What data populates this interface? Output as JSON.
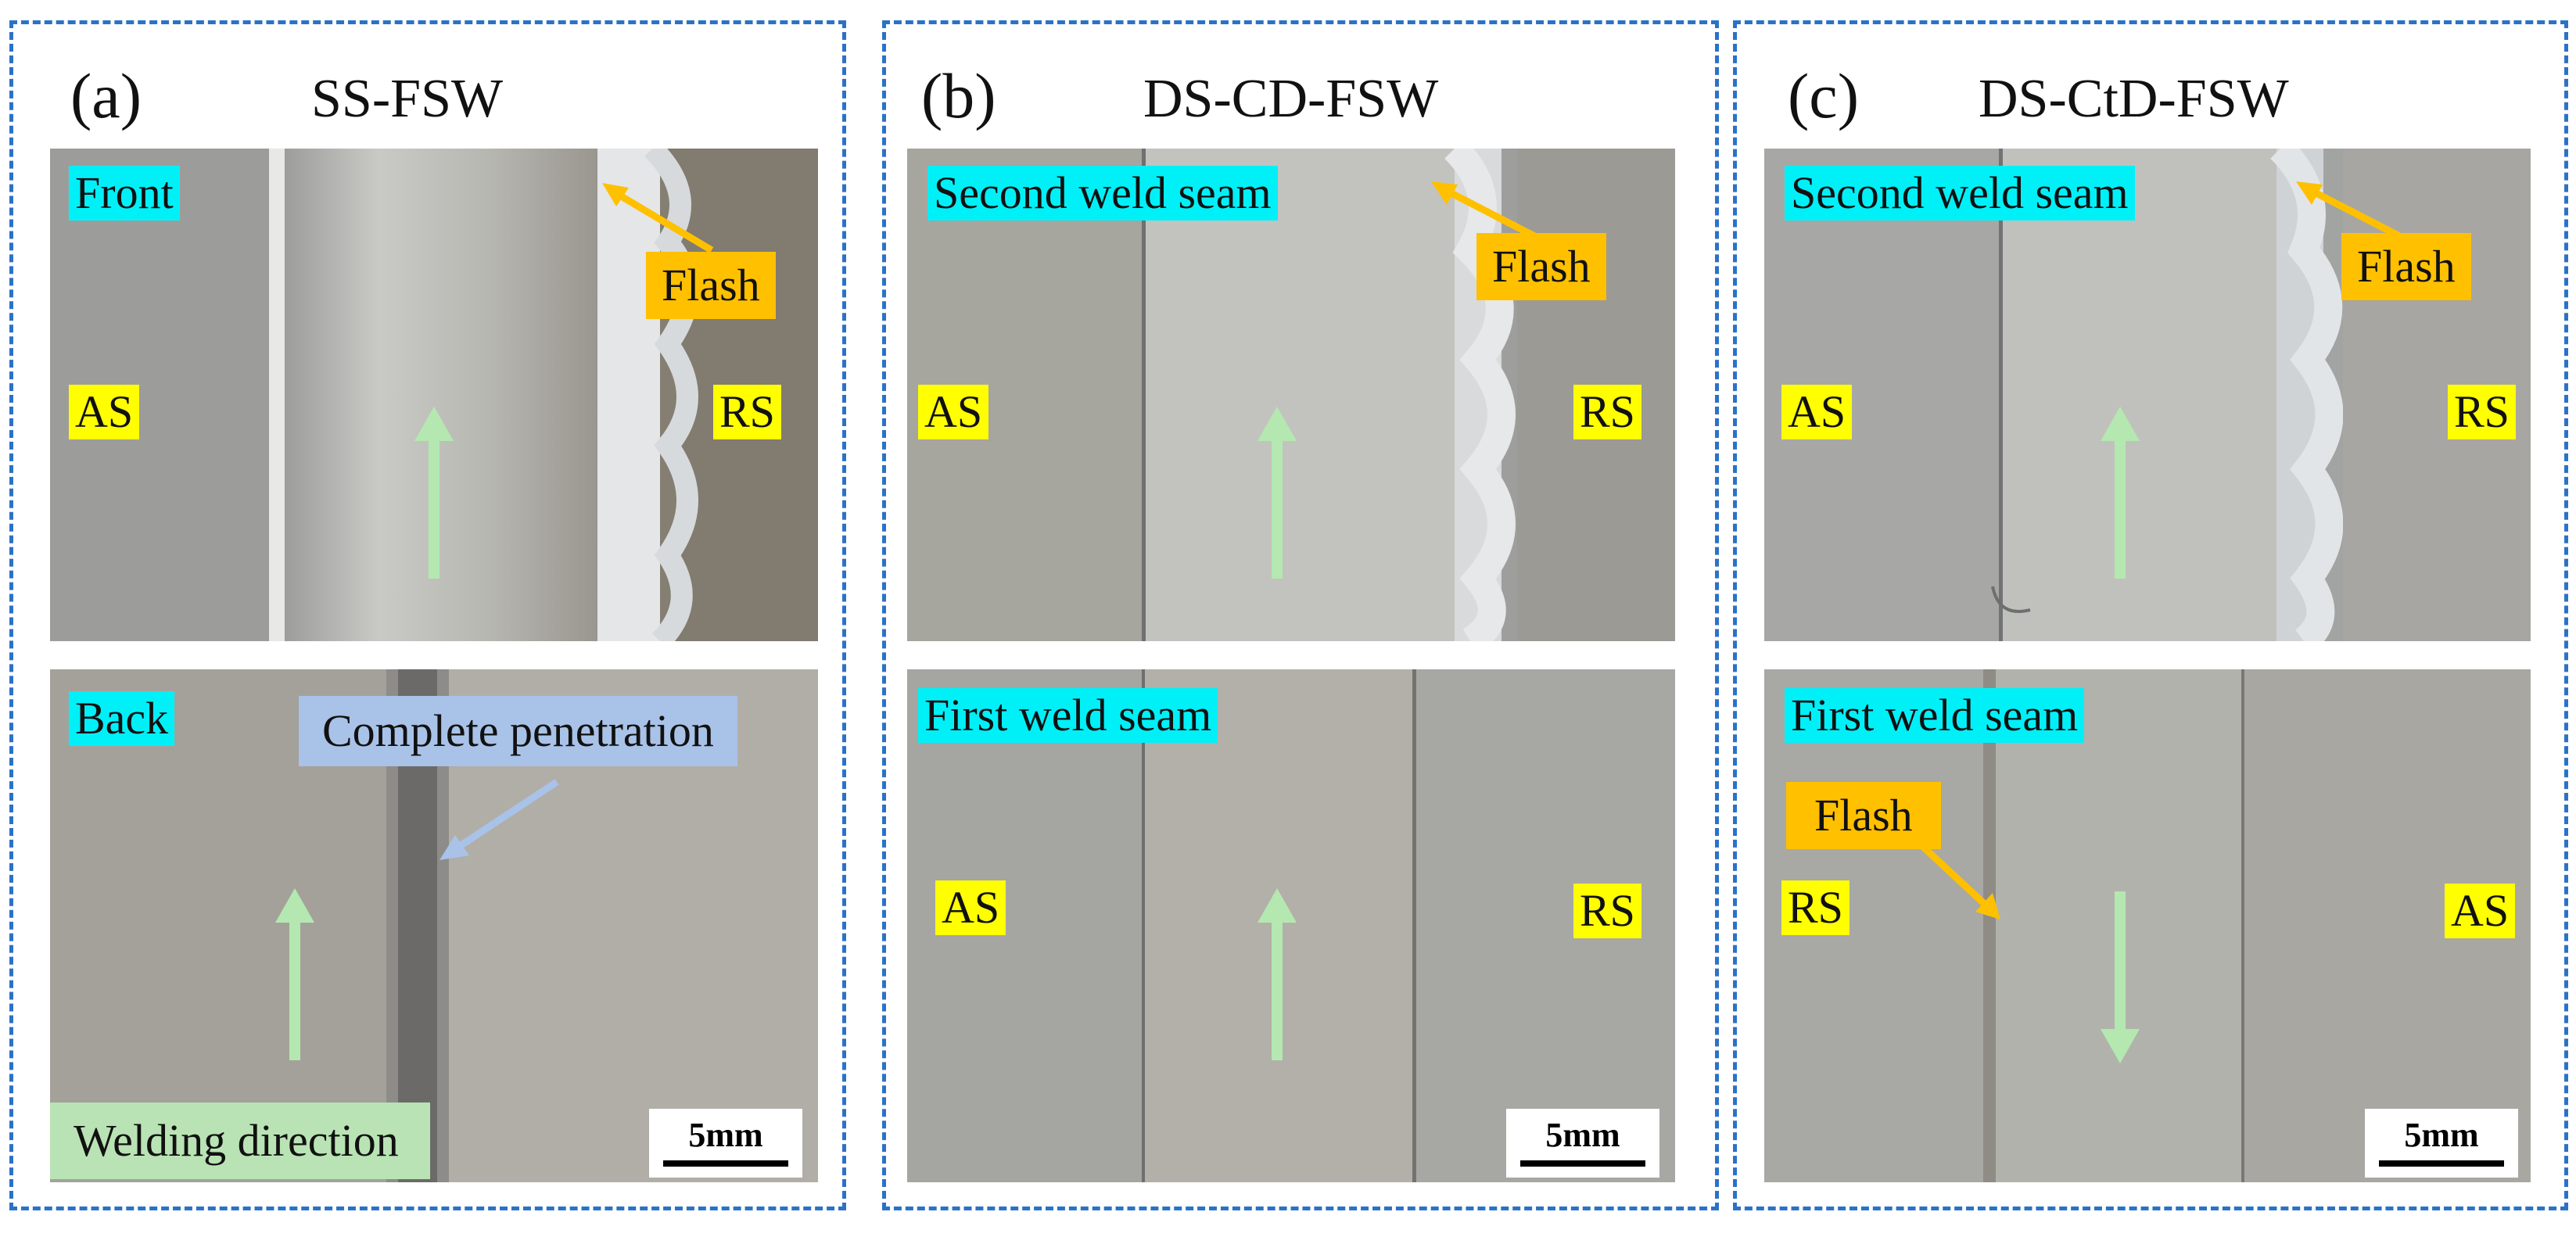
{
  "panels": [
    {
      "label": "(a)",
      "title": "SS-FSW"
    },
    {
      "label": "(b)",
      "title": "DS-CD-FSW"
    },
    {
      "label": "(c)",
      "title": "DS-CtD-FSW"
    }
  ],
  "tags": {
    "a_top": "Front",
    "a_bottom": "Back",
    "b_top": "Second weld seam",
    "b_bottom": "First weld seam",
    "c_top": "Second weld seam",
    "c_bottom": "First weld seam",
    "as": "AS",
    "rs": "RS",
    "flash": "Flash",
    "complete_penetration": "Complete penetration",
    "welding_direction": "Welding direction"
  },
  "scale_bar": "5mm",
  "colors": {
    "frame": "#2a72c8",
    "cyan_tag": "#00f0f8",
    "yellow_tag": "#ffff00",
    "orange_tag": "#ffc000",
    "blue_tag": "#a9c2e8",
    "green_tag": "#b9e3b4",
    "direction_arrow": "#b4e8b0"
  }
}
